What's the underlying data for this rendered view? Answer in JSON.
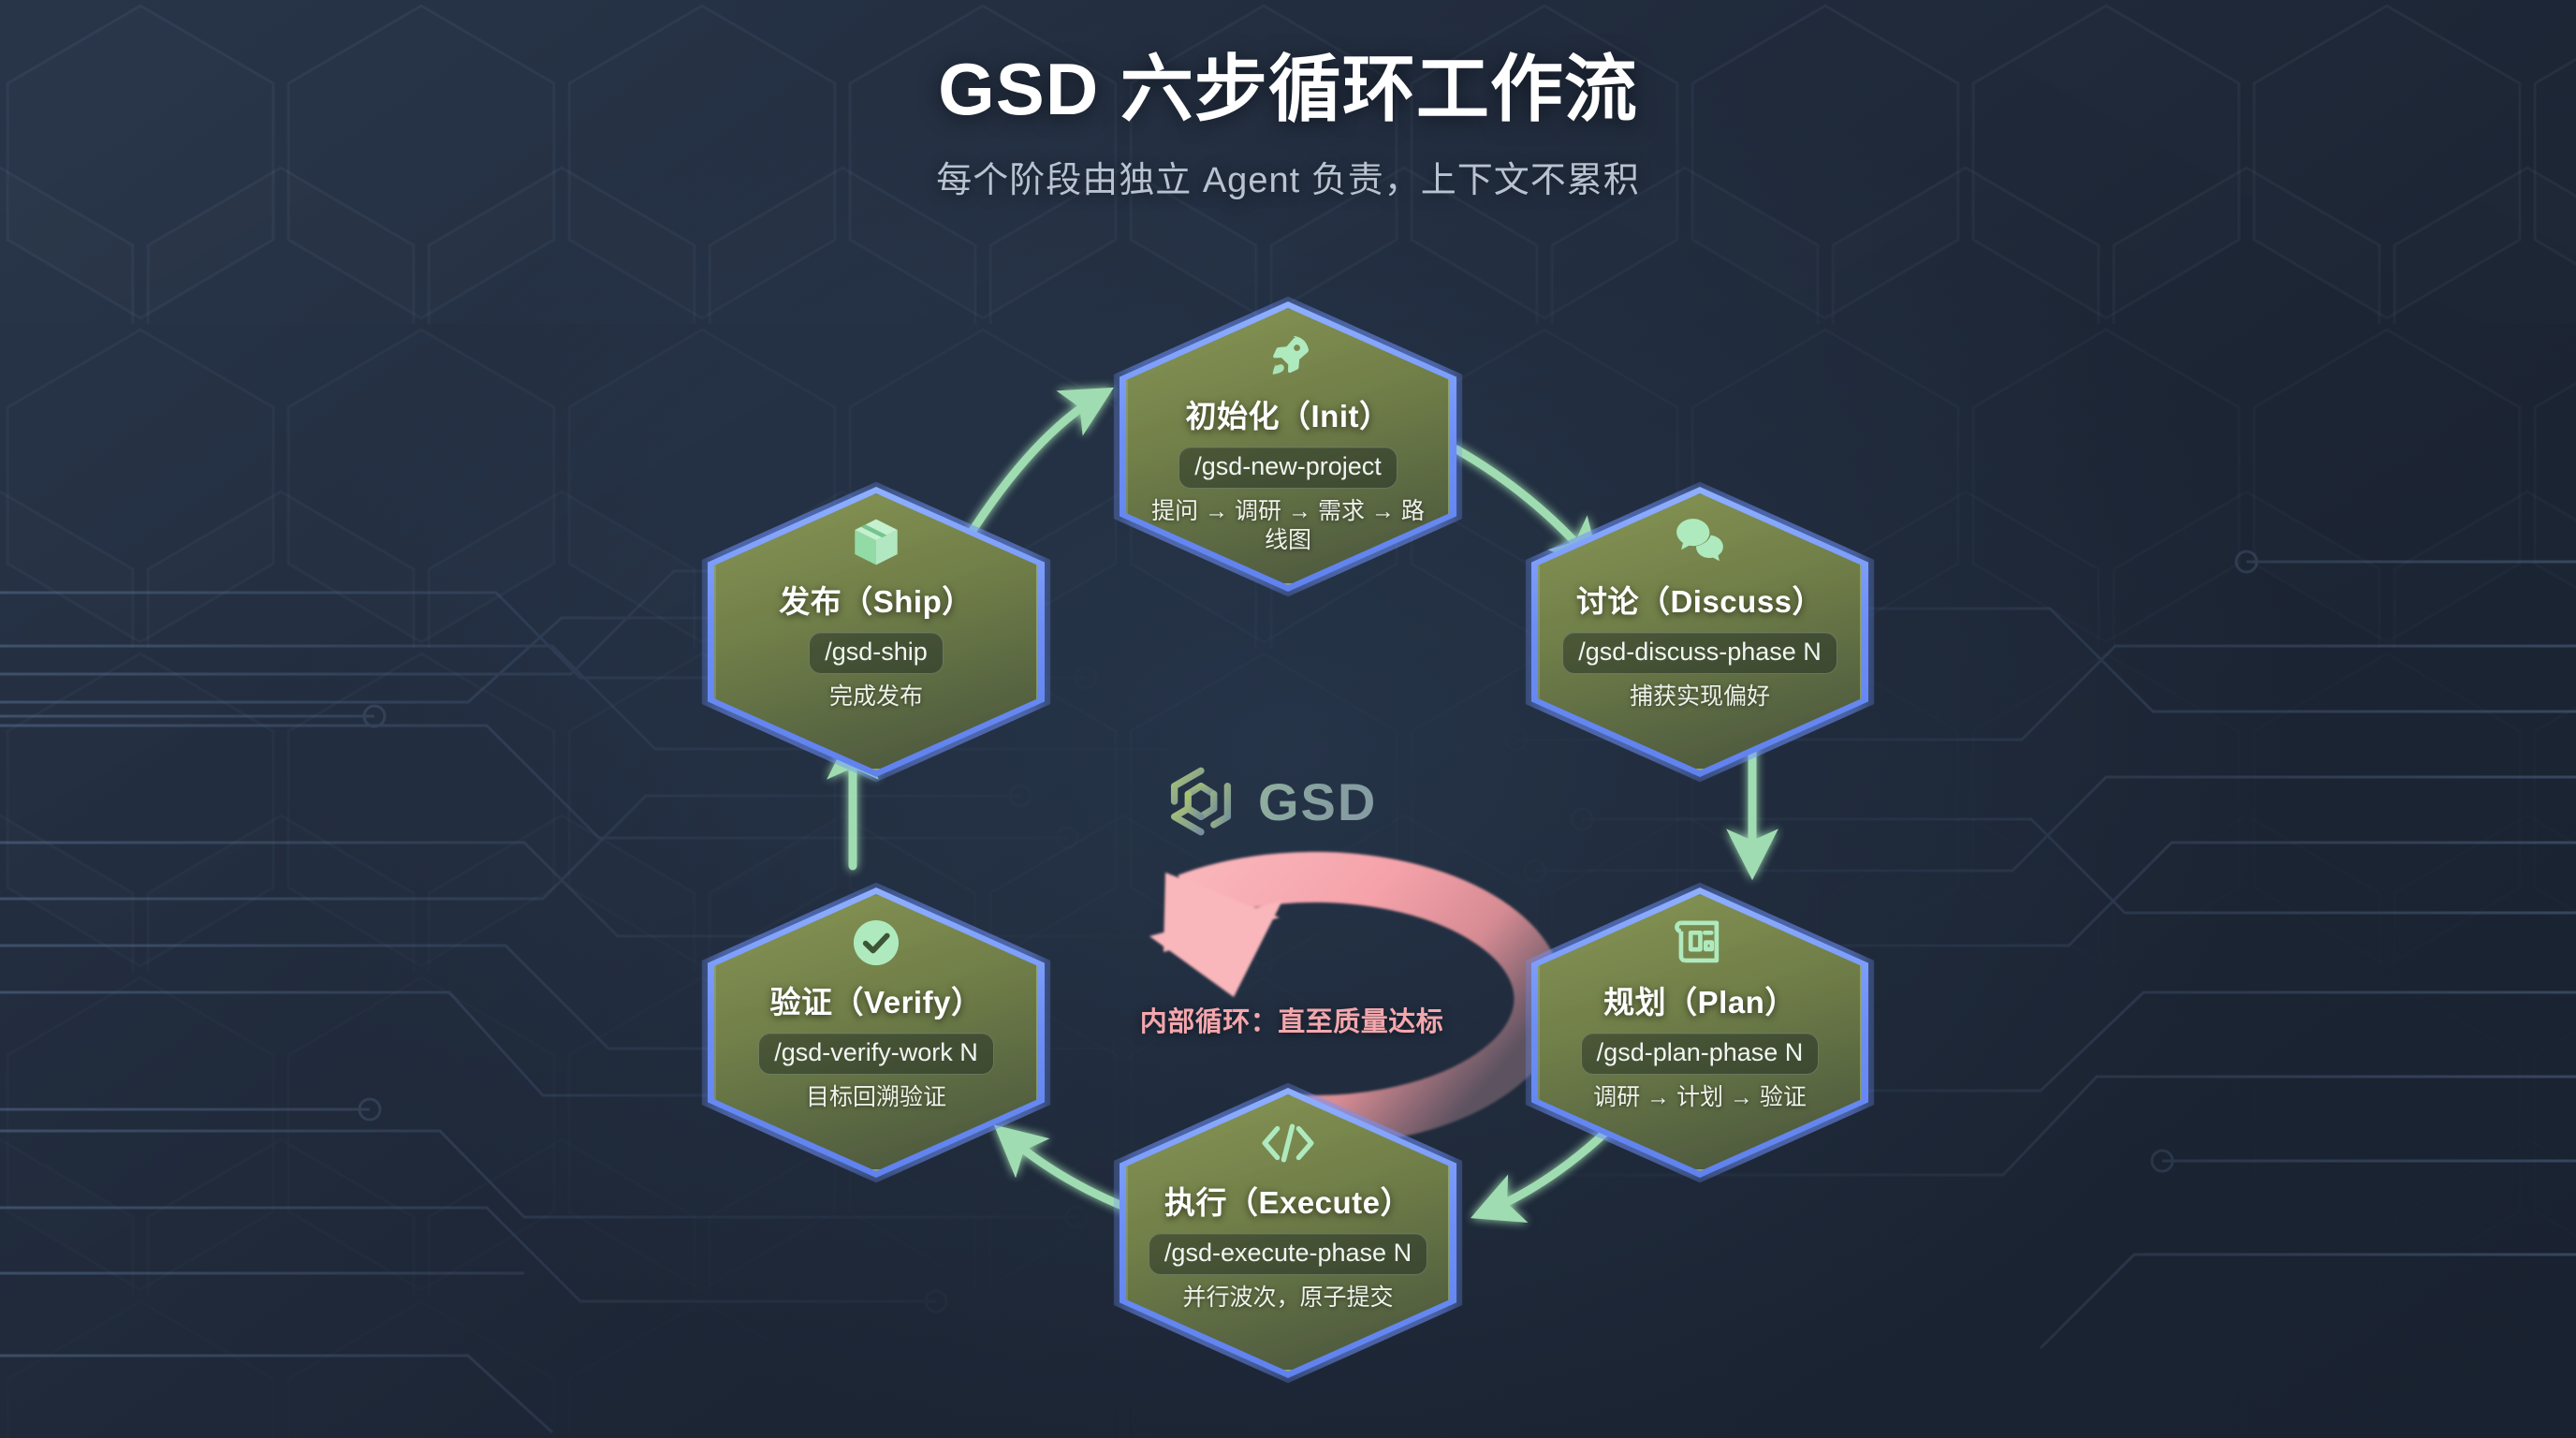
{
  "header": {
    "title": "GSD 六步循环工作流",
    "subtitle": "每个阶段由独立 Agent 负责，上下文不累积"
  },
  "center": {
    "logo_text": "GSD",
    "logo_mark": "hexagon-aperture-icon"
  },
  "inner_loop": {
    "label": "内部循环：直至质量达标",
    "color": "#f4a7ad"
  },
  "colors": {
    "background": "#1e2836",
    "hex_border": "#7d9fff",
    "hex_fill": "#6f7f44",
    "arrow_green": "#a8e6b8",
    "pink": "#f6a6ad",
    "title_text": "#ffffff",
    "subtitle_text": "#b8c3d2"
  },
  "nodes": [
    {
      "id": "init",
      "icon": "rocket-icon",
      "title": "初始化（Init）",
      "command": "/gsd-new-project",
      "desc": "提问 → 调研 → 需求 → 路线图"
    },
    {
      "id": "discuss",
      "icon": "speech-bubbles-icon",
      "title": "讨论（Discuss）",
      "command": "/gsd-discuss-phase N",
      "desc": "捕获实现偏好"
    },
    {
      "id": "plan",
      "icon": "blueprint-icon",
      "title": "规划（Plan）",
      "command": "/gsd-plan-phase N",
      "desc": "调研 → 计划 → 验证"
    },
    {
      "id": "execute",
      "icon": "code-tag-icon",
      "title": "执行（Execute）",
      "command": "/gsd-execute-phase N",
      "desc": "并行波次，原子提交"
    },
    {
      "id": "verify",
      "icon": "check-circle-icon",
      "title": "验证（Verify）",
      "command": "/gsd-verify-work N",
      "desc": "目标回溯验证"
    },
    {
      "id": "ship",
      "icon": "package-box-icon",
      "title": "发布（Ship）",
      "command": "/gsd-ship",
      "desc": "完成发布"
    }
  ]
}
